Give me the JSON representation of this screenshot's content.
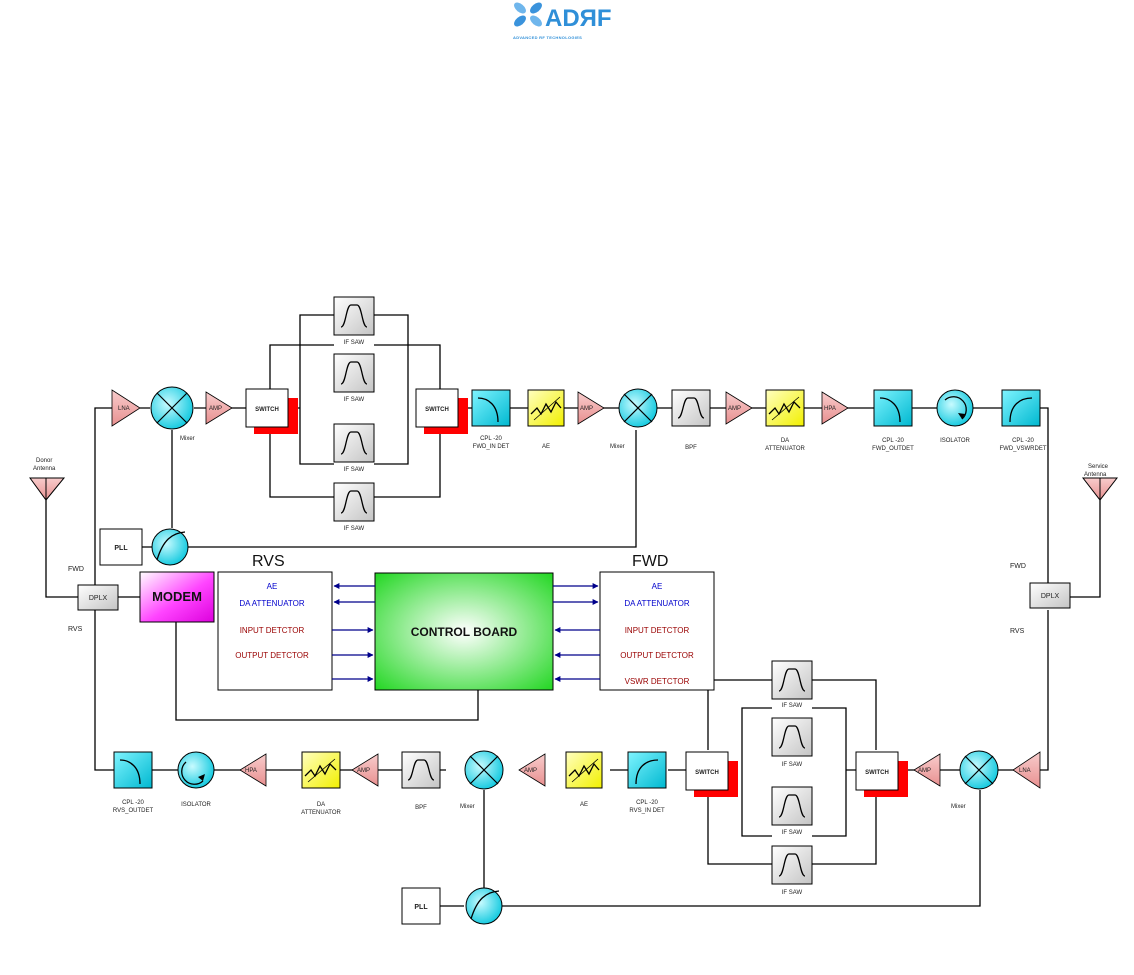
{
  "logo": {
    "text": "ADЯF",
    "tagline": "ADVANCED RF TECHNOLOGIES"
  },
  "labels": {
    "lna": "LNA",
    "amp": "AMP",
    "hpa": "HPA",
    "switch": "SWITCH",
    "if_saw": "IF SAW",
    "mixer": "Mixer",
    "bpf": "BPF",
    "ae": "AE",
    "da_attenuator_1": "DA",
    "da_attenuator_2": "ATTENUATOR",
    "isolator": "ISOLATOR",
    "pll": "PLL",
    "dplx": "DPLX",
    "cpl_20": "CPL -20",
    "fwd_in_det": "FWD_IN DET",
    "fwd_outdet": "FWD_OUTDET",
    "fwd_vswrdet": "FWD_VSWRDET",
    "rvs_in_det": "RVS_IN DET",
    "rvs_outdet": "RVS_OUTDET",
    "donor_antenna_1": "Donor",
    "donor_antenna_2": "Antenna",
    "service_antenna_1": "Service",
    "service_antenna_2": "Antenna",
    "fwd_short": "FWD",
    "rvs_short": "RVS"
  },
  "panels": {
    "rvs_title": "RVS",
    "fwd_title": "FWD",
    "modem": "MODEM",
    "control_board": "CONTROL BOARD",
    "rvs_items": [
      "AE",
      "DA ATTENUATOR",
      "INPUT DETCTOR",
      "OUTPUT DETCTOR"
    ],
    "fwd_items": [
      "AE",
      "DA ATTENUATOR",
      "INPUT DETCTOR",
      "OUTPUT DETCTOR",
      "VSWR DETCTOR"
    ]
  },
  "colors": {
    "amp_fill": "#f4b8b8",
    "cyan": "#00d8e8",
    "ae_fill": "#ffff66",
    "switch_shadow": "#ff0000",
    "modem_fill": "#ff33ff",
    "control_green": "#22dd22",
    "blue_text": "#0000cc",
    "red_text": "#990000",
    "logo_blue": "#2f8fd8"
  }
}
